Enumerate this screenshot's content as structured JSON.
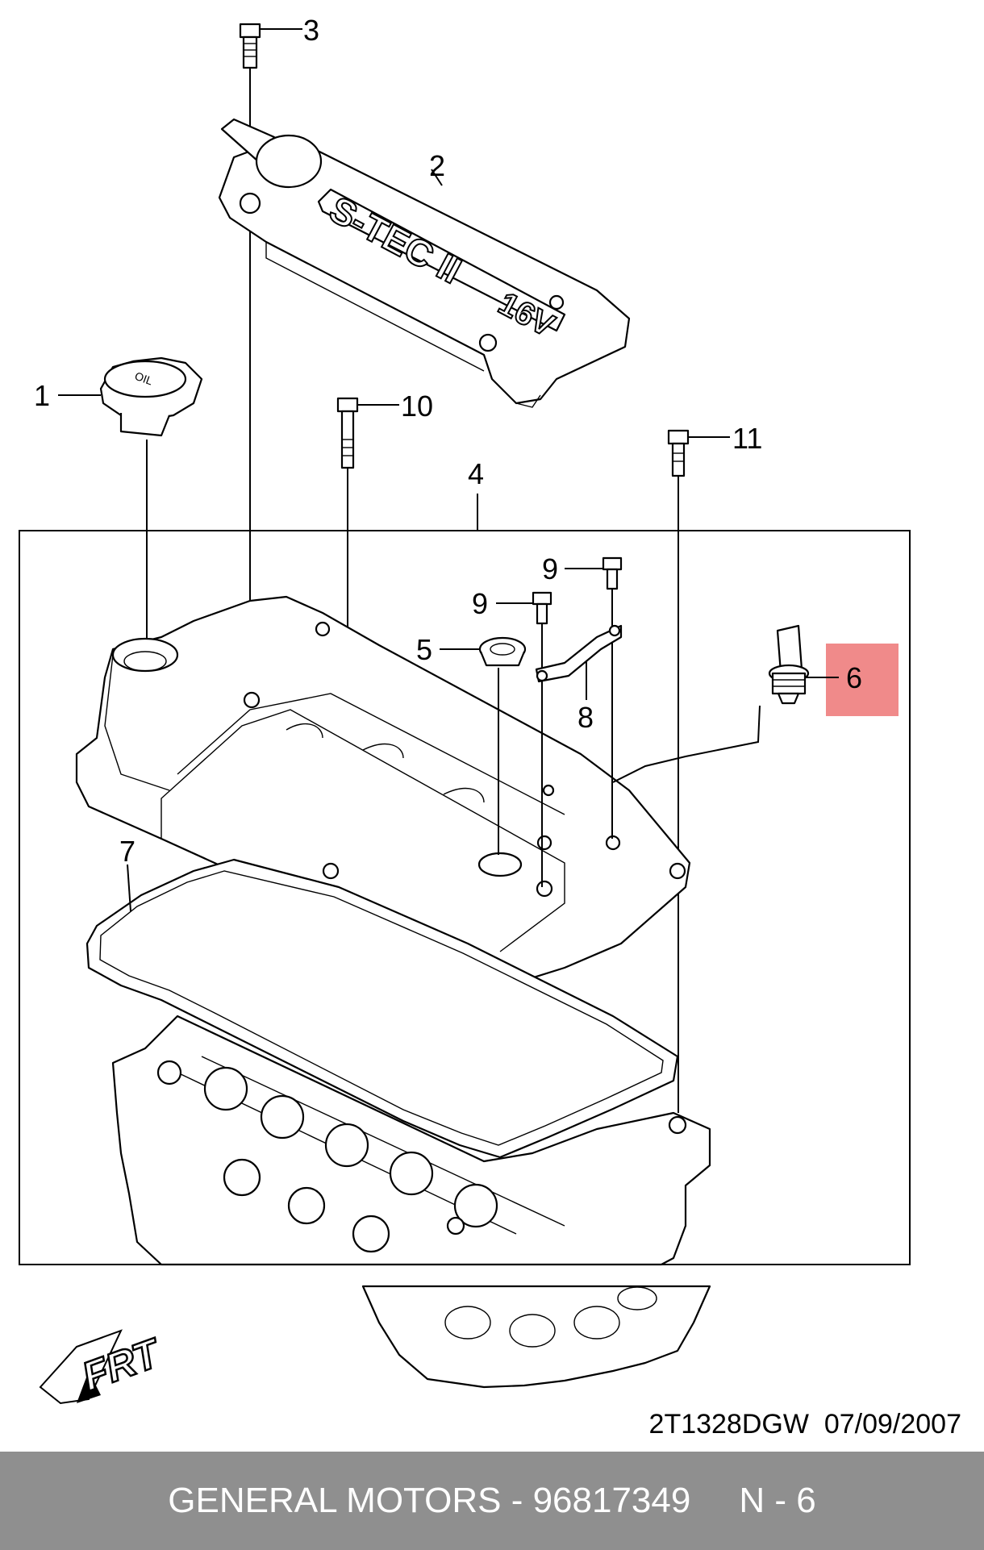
{
  "callouts": {
    "c1": "1",
    "c2": "2",
    "c3": "3",
    "c4": "4",
    "c5": "5",
    "c6": "6",
    "c7": "7",
    "c8": "8",
    "c9a": "9",
    "c9b": "9",
    "c10": "10",
    "c11": "11"
  },
  "cover_text": {
    "logo": "S-TEC II",
    "engine": "16V",
    "cap": "OIL"
  },
  "frt_label": "FRT",
  "drawing_code": "2T1328DGW  07/09/2007",
  "footer": {
    "maker_part": "GENERAL MOTORS - 96817349",
    "page_ref": "N - 6"
  },
  "highlight_color": "#f08a8a",
  "footer_color": "#8f8f8f"
}
